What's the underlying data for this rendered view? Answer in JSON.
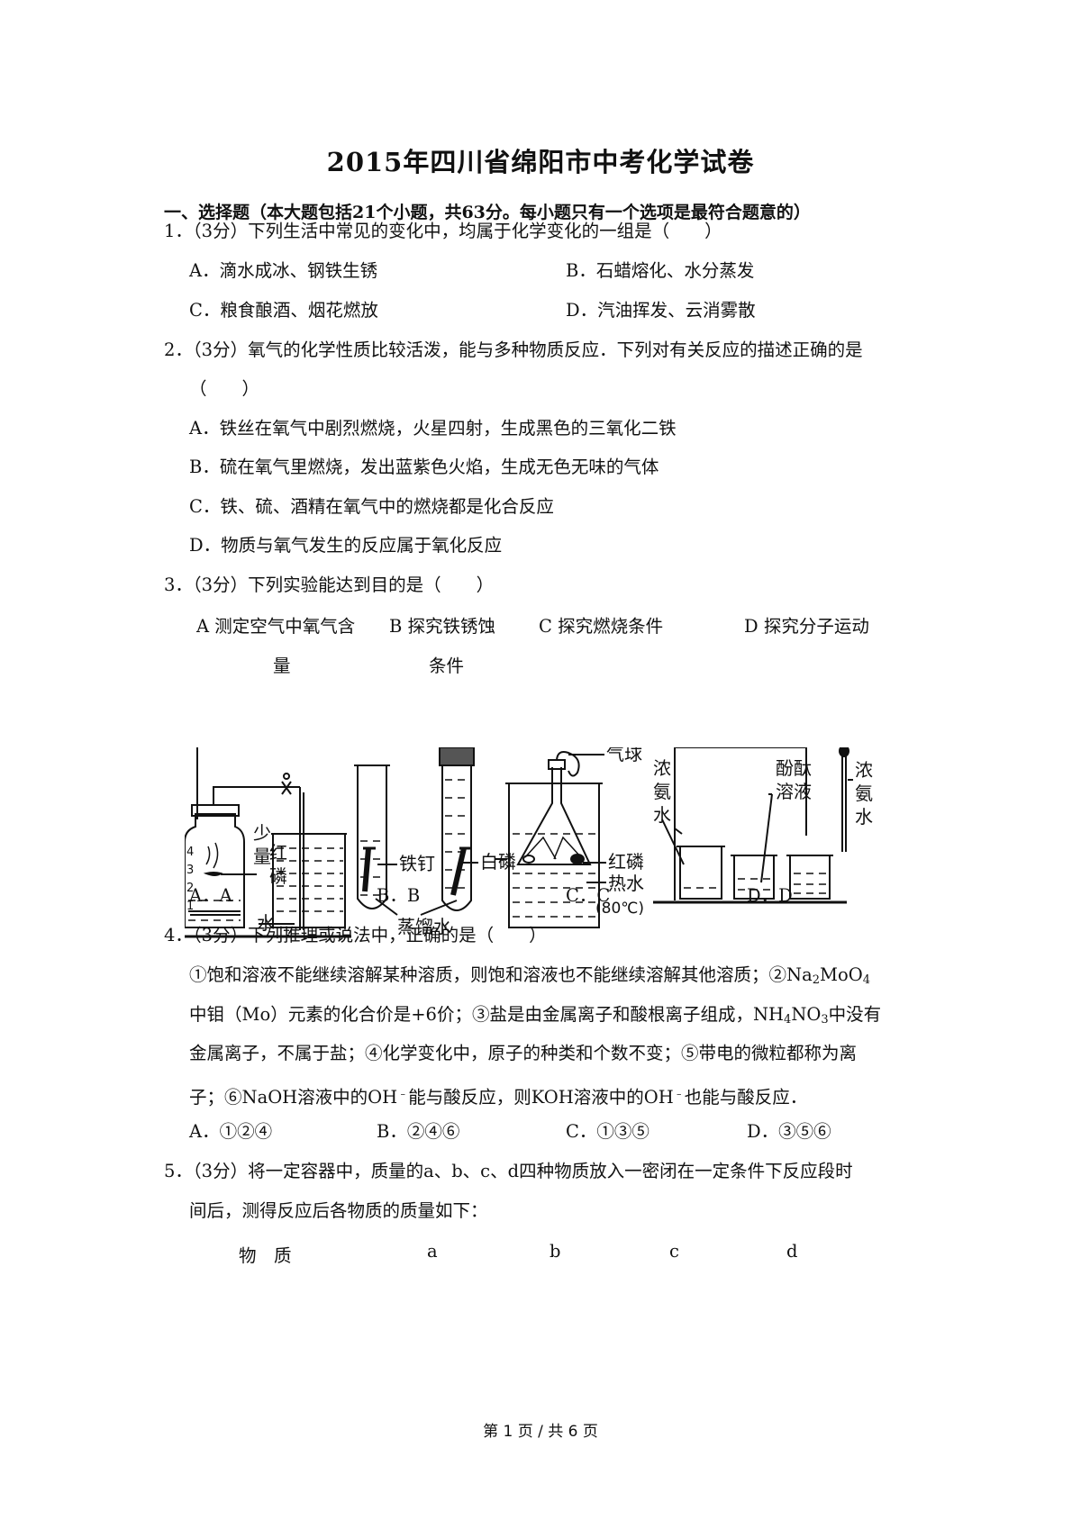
{
  "title": "2015年四川省绵阳市中考化学试卷",
  "section": "一、选择题（本大题包括21个小题，共63分。每小题只有一个选项是最符合题意的）",
  "q1": {
    "stem": "1．（3分）下列生活中常见的变化中，均属于化学变化的一组是（　　）",
    "A": "A．滴水成冰、钢铁生锈",
    "B": "B．石蜡熔化、水分蒸发",
    "C": "C．粮食酿酒、烟花燃放",
    "D": "D．汽油挥发、云消雾散"
  },
  "q2": {
    "stem1": "2．（3分）氧气的化学性质比较活泼，能与多种物质反应．下列对有关反应的描述正确的是",
    "stem2": "（　　）",
    "A": "A．铁丝在氧气中剧烈燃烧，火星四射，生成黑色的三氧化二铁",
    "B": "B．硫在氧气里燃烧，发出蓝紫色火焰，生成无色无味的气体",
    "C": "C．铁、硫、酒精在氧气中的燃烧都是化合反应",
    "D": "D．物质与氧气发生的反应属于氧化反应"
  },
  "q3": {
    "stem": "3．（3分）下列实验能达到目的是（　　）",
    "capA1": "A 测定空气中氧气含",
    "capA2": "量",
    "capB1": "B 探究铁锈蚀",
    "capB2": "条件",
    "capC": "C 探究燃烧条件",
    "capD": "D 探究分子运动",
    "labels": {
      "shaoliang": "少",
      "liang": "量",
      "hong": "红",
      "lin": "磷",
      "shui": "水",
      "tieding": "铁钉",
      "zhengliushui": "蒸馏水",
      "baillin": "白磷",
      "qiqiu": "气球",
      "honglin": "红磷",
      "reshui": "热水",
      "temp": "(80℃)",
      "nong": "浓",
      "an": "氨",
      "shui2": "水",
      "fenzhi": "酚酞",
      "rongye": "溶液",
      "scale": [
        "4",
        "3",
        "2",
        "1"
      ]
    },
    "A": "A．A",
    "B": "B．B",
    "C": "C．C",
    "D": "D．D"
  },
  "q4": {
    "stem": "4．（3分）下列推理或说法中，正确的是（　　）",
    "l1a": "①饱和溶液不能继续溶解某种溶质，则饱和溶液也不能继续溶解其他溶质；②Na",
    "l1b": "2",
    "l1c": "MoO",
    "l1d": "4",
    "l2a": "中钼（Mo）元素的化合价是+6价；③盐是由金属离子和酸根离子组成，NH",
    "l2b": "4",
    "l2c": "NO",
    "l2d": "3",
    "l2e": "中没有",
    "l3": "金属离子，不属于盐；④化学变化中，原子的种类和个数不变；⑤带电的微粒都称为离",
    "l4a": "子；⑥NaOH溶液中的OH",
    "l4b": "﹣",
    "l4c": "能与酸反应，则KOH溶液中的OH",
    "l4d": "﹣",
    "l4e": "也能与酸反应．",
    "A": "A．①②④",
    "B": "B．②④⑥",
    "C": "C．①③⑤",
    "D": "D．③⑤⑥"
  },
  "q5": {
    "stem1": "5．（3分）将一定容器中，质量的a、b、c、d四种物质放入一密闭在一定条件下反应段时",
    "stem2": "间后，测得反应后各物质的质量如下：",
    "header": [
      "物　质",
      "a",
      "b",
      "c",
      "d"
    ]
  },
  "footer": "第 1 页 / 共 6 页"
}
